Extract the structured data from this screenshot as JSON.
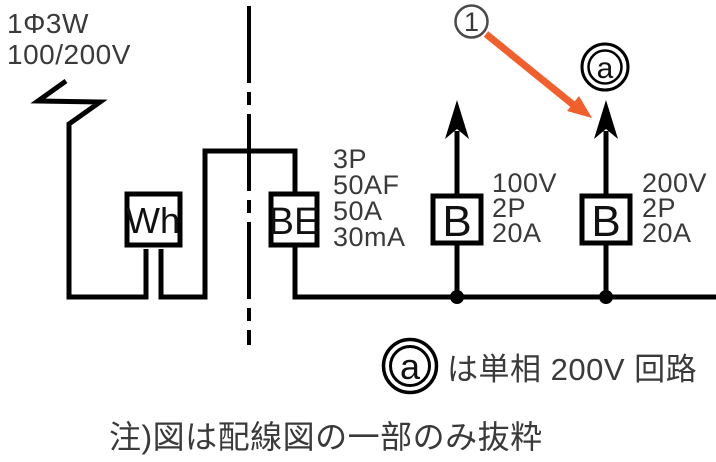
{
  "colors": {
    "wire": "#000000",
    "text": "#3a3a3a",
    "accent": "#f05f2c"
  },
  "supply": {
    "phase": "1Φ3W",
    "voltage": "100/200V"
  },
  "meter": {
    "symbol": "Wh"
  },
  "main_breaker": {
    "symbol": "BE",
    "specs": [
      "3P",
      "50AF",
      "50A",
      "30mA"
    ]
  },
  "branch_100v": {
    "symbol": "B",
    "specs": [
      "100V",
      "2P",
      "20A"
    ]
  },
  "branch_200v": {
    "symbol": "B",
    "specs": [
      "200V",
      "2P",
      "20A"
    ]
  },
  "callout": {
    "number": "1"
  },
  "circuit_mark": {
    "letter": "a"
  },
  "legend": {
    "mark": "a",
    "text": "は単相 200V 回路"
  },
  "note": "注)図は配線図の一部のみ抜粋"
}
